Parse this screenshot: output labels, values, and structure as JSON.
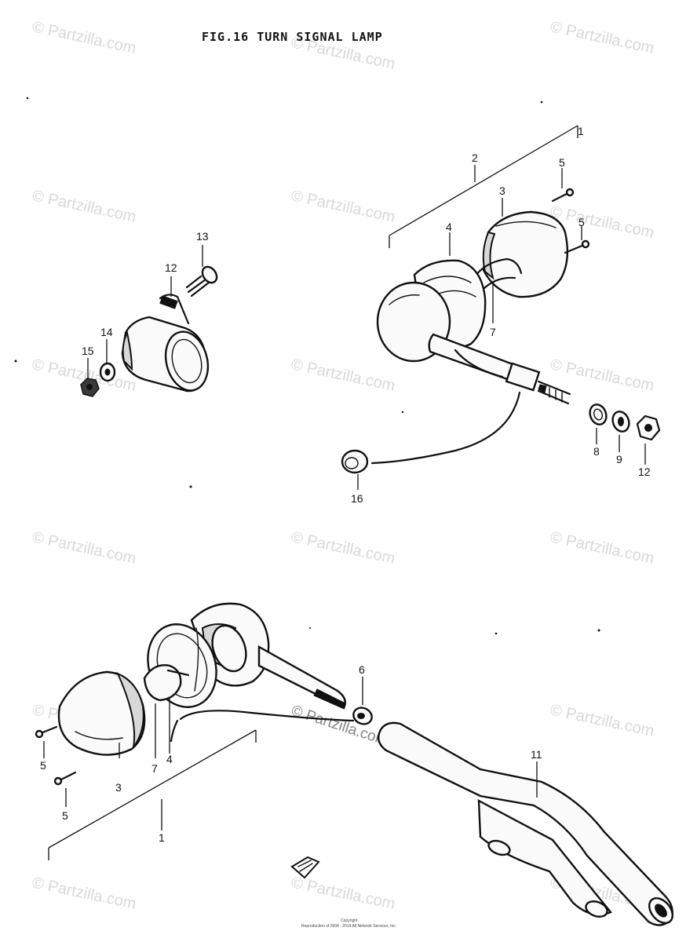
{
  "title": "FIG.16  TURN SIGNAL LAMP",
  "watermark": "© Partzilla.com",
  "footer": {
    "line1": "Copyright",
    "line2": "Reproduction of 2004 - 2019 All Network Services, Inc."
  },
  "callouts": {
    "c1_upper": "1",
    "c2": "2",
    "c3_upper": "3",
    "c4_upper": "4",
    "c5_upper_a": "5",
    "c5_upper_b": "5",
    "c7_upper": "7",
    "c8": "8",
    "c9": "9",
    "c10": "12",
    "c12": "12",
    "c13": "13",
    "c14": "14",
    "c15": "15",
    "c16": "16",
    "c6": "6",
    "c11": "11",
    "c5_lower_a": "5",
    "c5_lower_b": "5",
    "c3_lower": "3",
    "c7_lower": "7",
    "c4_lower": "4",
    "c1_lower": "1"
  }
}
